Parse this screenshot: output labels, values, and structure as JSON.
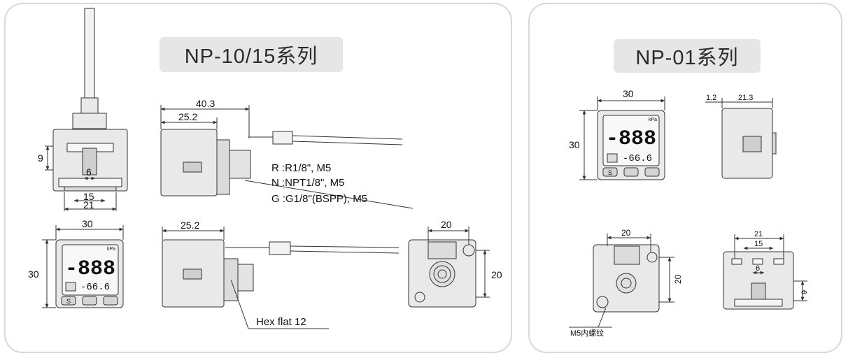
{
  "panels": {
    "left_title": "NP-10/15系列",
    "right_title": "NP-01系列"
  },
  "display": {
    "unit": "kPa",
    "main_value": "-888",
    "sub_value": "-66.6",
    "btn_s": "S"
  },
  "left": {
    "dim_9": "9",
    "dim_6": "6",
    "dim_15": "15",
    "dim_21": "21",
    "dim_40_3": "40.3",
    "dim_25_2_top": "25.2",
    "dim_30_w": "30",
    "dim_30_h": "30",
    "dim_25_2_bottom": "25.2",
    "dim_20_w": "20",
    "dim_20_h": "20",
    "thread_r": "R :R1/8\", M5",
    "thread_n": "N :NPT1/8\", M5",
    "thread_g": "G :G1/8\"(BSPP), M5",
    "hex_note": "Hex flat 12"
  },
  "right": {
    "dim_30_w": "30",
    "dim_30_h": "30",
    "dim_1_2": "1.2",
    "dim_21_3": "21.3",
    "dim_20_w": "20",
    "dim_20_h": "20",
    "dim_21": "21",
    "dim_15": "15",
    "dim_6": "6",
    "dim_9": "9",
    "m5_note": "M5内螺纹"
  },
  "colors": {
    "panel_border": "#d8d8d8",
    "pill_bg": "#e6e6e6",
    "body_fill": "#e9e9e9",
    "line": "#333333"
  }
}
